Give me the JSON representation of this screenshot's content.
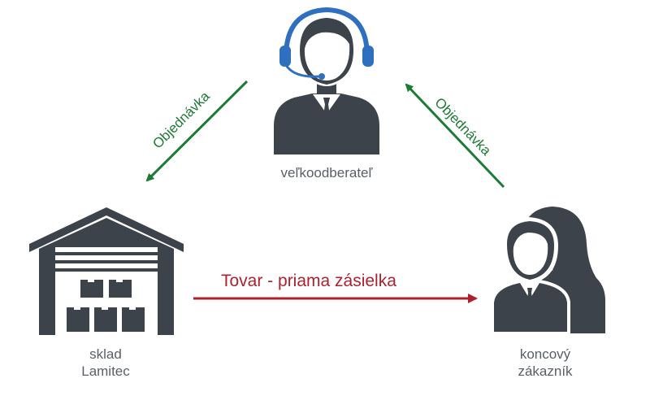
{
  "nodes": {
    "wholesaler": {
      "label": "veľkoodberateľ"
    },
    "warehouse": {
      "label_line1": "sklad",
      "label_line2": "Lamitec"
    },
    "customer": {
      "label_line1": "koncový",
      "label_line2": "zákazník"
    }
  },
  "edges": {
    "order_left": {
      "label": "Objednávka"
    },
    "order_right": {
      "label": "Objednávka"
    },
    "shipment": {
      "label": "Tovar - priama zásielka"
    }
  },
  "colors": {
    "icon": "#3d434b",
    "headset": "#2f6fc0",
    "order_arrow": "#1e7b35",
    "shipment_arrow": "#b01f2e",
    "label_text": "#5a5f66"
  }
}
